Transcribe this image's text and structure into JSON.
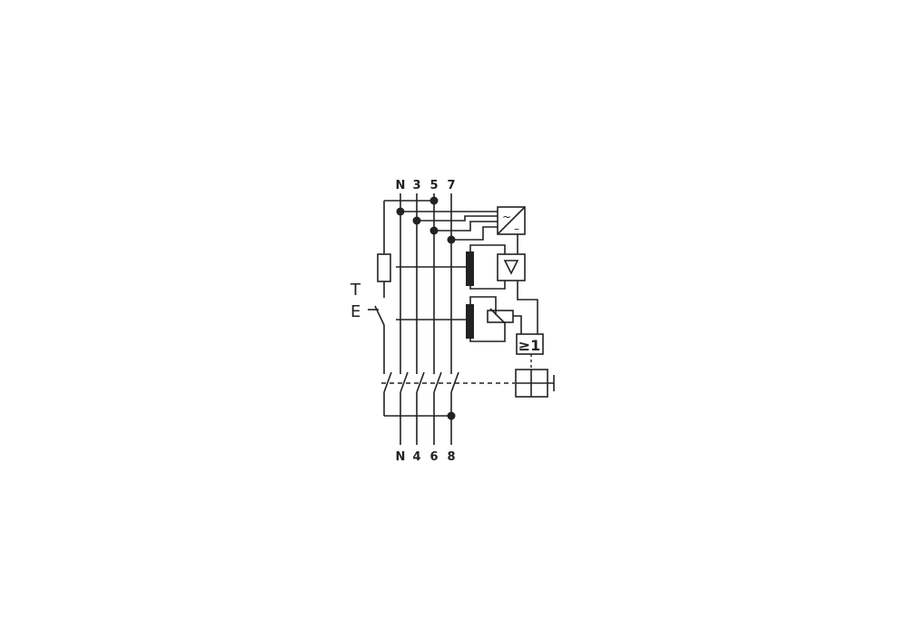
{
  "diagram": {
    "type": "circuit-schematic",
    "title": "",
    "top_terminals": [
      "N",
      "3",
      "5",
      "7"
    ],
    "bottom_terminals": [
      "N",
      "4",
      "6",
      "8"
    ],
    "test_button": {
      "label_top": "T",
      "label_bottom": "E"
    },
    "blocks": {
      "converter": {
        "symbol_top": "~",
        "symbol_bottom": "–"
      },
      "amplifier": {
        "symbol": "▽"
      },
      "logic_or": {
        "symbol": "≥1"
      }
    },
    "colors": {
      "line": "#222222",
      "background": "#ffffff",
      "core": "#222222"
    }
  }
}
